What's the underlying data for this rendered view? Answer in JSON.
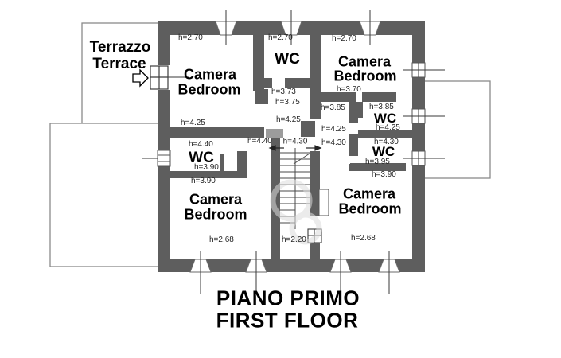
{
  "title": {
    "line1": "PIANO PRIMO",
    "line2": "FIRST FLOOR"
  },
  "terrace": {
    "label_line1": "Terrazzo",
    "label_line2": "Terrace"
  },
  "rooms": {
    "bedroom_nw": {
      "name_it": "Camera",
      "name_en": "Bedroom",
      "height_ceiling": "h=2.70",
      "height_floor": "h=4.25"
    },
    "wc_north": {
      "name": "WC",
      "height_ceiling": "h=2.70"
    },
    "bedroom_ne": {
      "name_it": "Camera",
      "name_en": "Bedroom",
      "height_ceiling": "h=2.70",
      "height_floor": "h=3.70"
    },
    "wc_east_upper": {
      "name": "WC",
      "height_above": "h=3.85",
      "height_below": "h=4.25"
    },
    "wc_east_lower": {
      "name": "WC",
      "height_above": "h=4.30",
      "height_inner": "h=3.95",
      "height_below": "h=3.90"
    },
    "wc_west": {
      "name": "WC",
      "height_above": "h=4.40",
      "height_inner": "h=3.90",
      "height_below": "h=3.90"
    },
    "bedroom_sw": {
      "name_it": "Camera",
      "name_en": "Bedroom",
      "height_floor": "h=2.68"
    },
    "bedroom_se": {
      "name_it": "Camera",
      "name_en": "Bedroom",
      "height_floor": "h=2.68"
    },
    "stairwell": {
      "height_top": "h=4.30",
      "height_bottom": "h=2.20"
    }
  },
  "hallway_heights": {
    "h_373": "h=3.73",
    "h_375": "h=3.75",
    "h_425_center": "h=4.25",
    "h_440_center": "h=4.40",
    "h_385_east": "h=3.85",
    "h_425_east": "h=4.25",
    "h_430_east": "h=4.30"
  },
  "drawing": {
    "wall_color": "#5e5e5e",
    "light_wall_color": "#9c9c9c",
    "terrace_line_color": "#8a8a8a",
    "line_color": "#3a3a3a"
  }
}
